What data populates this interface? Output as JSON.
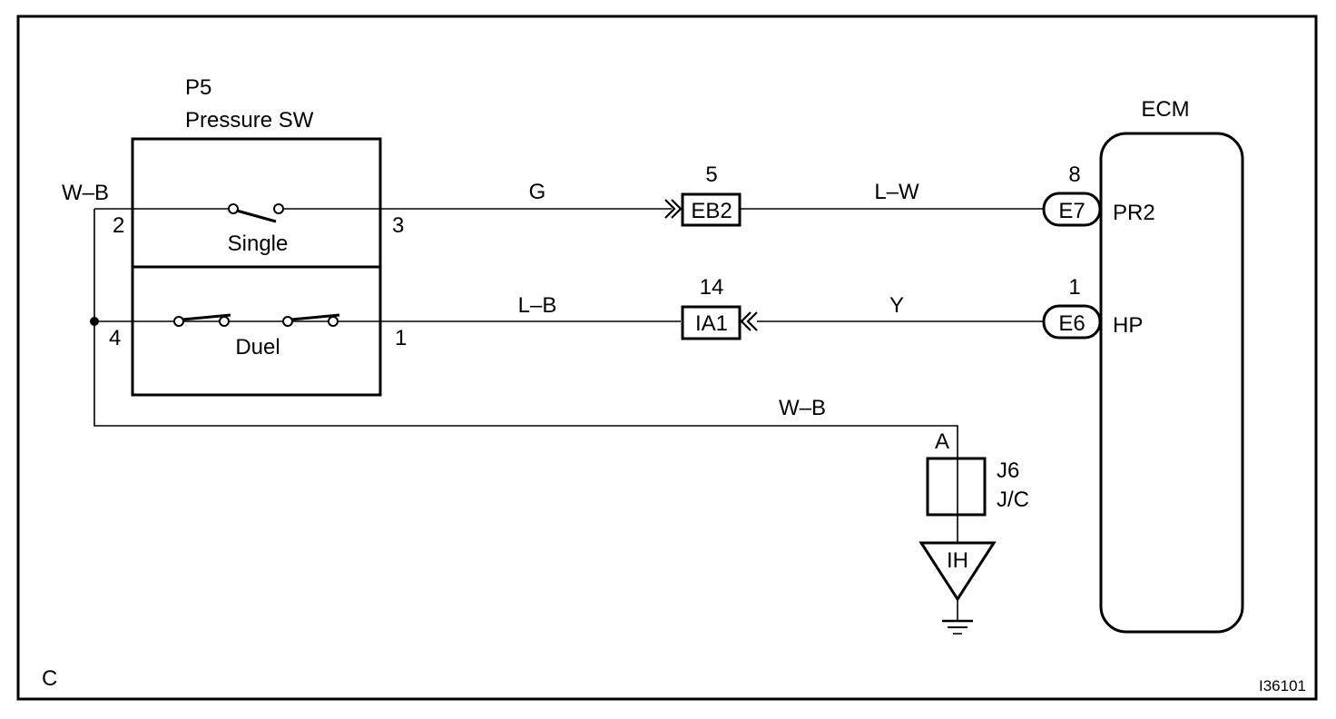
{
  "corner_label": "C",
  "figure_id": "I36101",
  "pressure_switch": {
    "connector": "P5",
    "name": "Pressure SW",
    "upper_contact": "Single",
    "lower_contact": "Duel",
    "pins": {
      "p2": "2",
      "p3": "3",
      "p4": "4",
      "p1": "1"
    }
  },
  "ecm": {
    "name": "ECM",
    "terminals": [
      {
        "connector": "E7",
        "pin": "8",
        "signal": "PR2"
      },
      {
        "connector": "E6",
        "pin": "1",
        "signal": "HP"
      }
    ]
  },
  "connectors": [
    {
      "name": "EB2",
      "pin": "5"
    },
    {
      "name": "IA1",
      "pin": "14"
    }
  ],
  "wires": {
    "left_color": "W–B",
    "upper_left": "G",
    "upper_right": "L–W",
    "lower_left": "L–B",
    "lower_right": "Y",
    "ground_run": "W–B"
  },
  "junction": {
    "name": "J6",
    "type": "J/C",
    "pin": "A"
  },
  "ground_point": "IH"
}
